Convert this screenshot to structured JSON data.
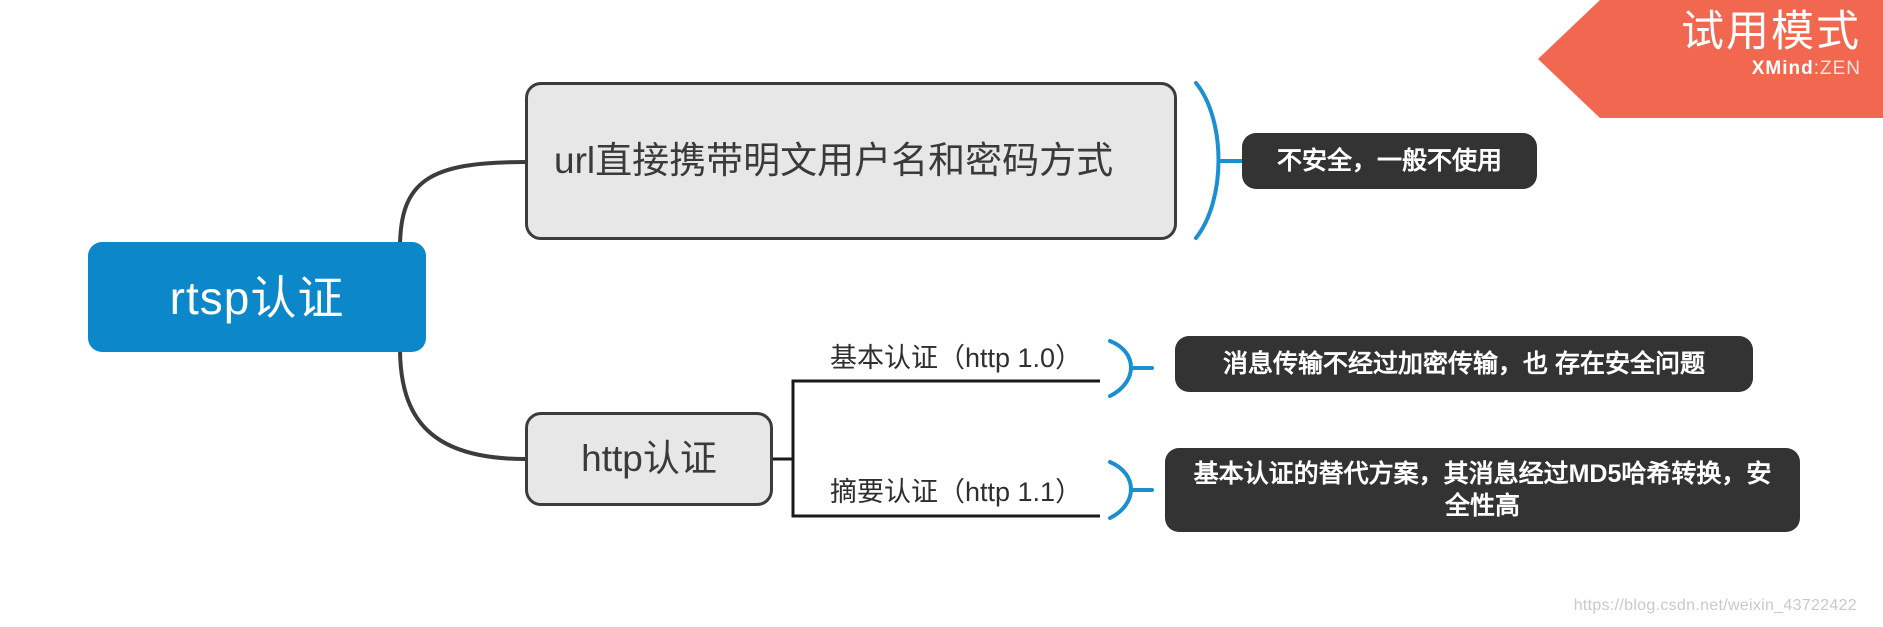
{
  "diagram": {
    "type": "mind-map",
    "root": {
      "label": "rtsp认证",
      "color": "#0c87ca",
      "text_color": "#ffffff"
    },
    "branches": [
      {
        "label": "url直接携带明文用户名和密码方式",
        "style": "gray-box",
        "fill": "#e7e7e7",
        "stroke": "#3c3c3c",
        "note": "不安全，一般不使用"
      },
      {
        "label": "http认证",
        "style": "gray-box",
        "fill": "#e7e7e7",
        "stroke": "#3c3c3c",
        "children": [
          {
            "label": "基本认证（http 1.0）",
            "style": "underline",
            "note": "消息传输不经过加密传输，也 存在安全问题"
          },
          {
            "label": "摘要认证（http 1.1）",
            "style": "underline",
            "note": "基本认证的替代方案，其消息经过MD5哈希转换，安全性高"
          }
        ]
      }
    ],
    "note_style": {
      "fill": "#333333",
      "text_color": "#ffffff",
      "bracket_color": "#1a8fd1"
    },
    "connector_color": "#3c3c3c"
  },
  "trial_banner": {
    "title": "试用模式",
    "brand": "XMind",
    "separator": ":",
    "edition": "ZEN",
    "color": "#f1674f"
  },
  "watermark": {
    "text": "https://blog.csdn.net/weixin_43722422"
  }
}
